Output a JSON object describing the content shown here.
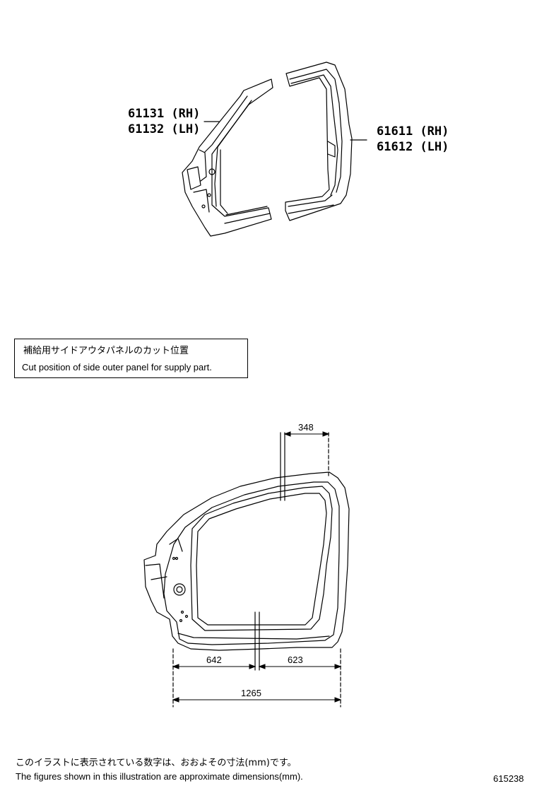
{
  "labels": {
    "front_part_rh": "61131 (RH)",
    "front_part_lh": "61132 (LH)",
    "rear_part_rh": "61611 (RH)",
    "rear_part_lh": "61612 (LH)"
  },
  "cut_box": {
    "jp": "補給用サイドアウタパネルのカット位置",
    "en": "Cut position of side outer panel for supply part."
  },
  "dimensions": {
    "top": "348",
    "lower_left": "642",
    "lower_right": "623",
    "overall": "1265"
  },
  "footer": {
    "jp": "このイラストに表示されている数字は、おおよその寸法(mm)です。",
    "en": "The figures shown in this illustration are approximate dimensions(mm).",
    "code": "615238"
  }
}
